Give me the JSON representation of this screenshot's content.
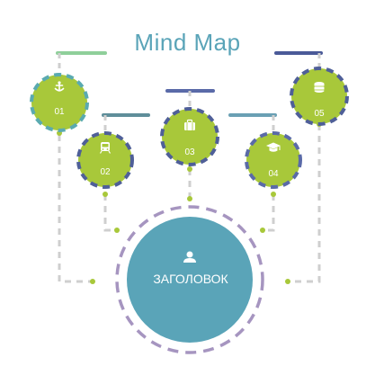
{
  "title": "Mind Map",
  "center": {
    "label": "ЗАГОЛОВОК",
    "icon": "person-icon"
  },
  "nodes": [
    {
      "number": "01",
      "icon": "anchor-icon"
    },
    {
      "number": "02",
      "icon": "train-icon"
    },
    {
      "number": "03",
      "icon": "briefcase-icon"
    },
    {
      "number": "04",
      "icon": "graduation-cap-icon"
    },
    {
      "number": "05",
      "icon": "database-icon"
    }
  ],
  "colors": {
    "title": "#5aa4b8",
    "node_fill": "#a8c83a",
    "center_fill": "#5aa4b8",
    "node_border_dark": "#4f5f98",
    "node_border_teal": "#5aaab0",
    "center_border": "#a695c0",
    "connector": "#cfcfcf",
    "connector_dot": "#a8c83a",
    "bar_green": "#8fcf9a",
    "bar_slate": "#5f8e9a",
    "bar_indigo": "#5a6aa8",
    "bar_steel": "#6aa0b4",
    "bar_navy": "#4a5a98"
  }
}
